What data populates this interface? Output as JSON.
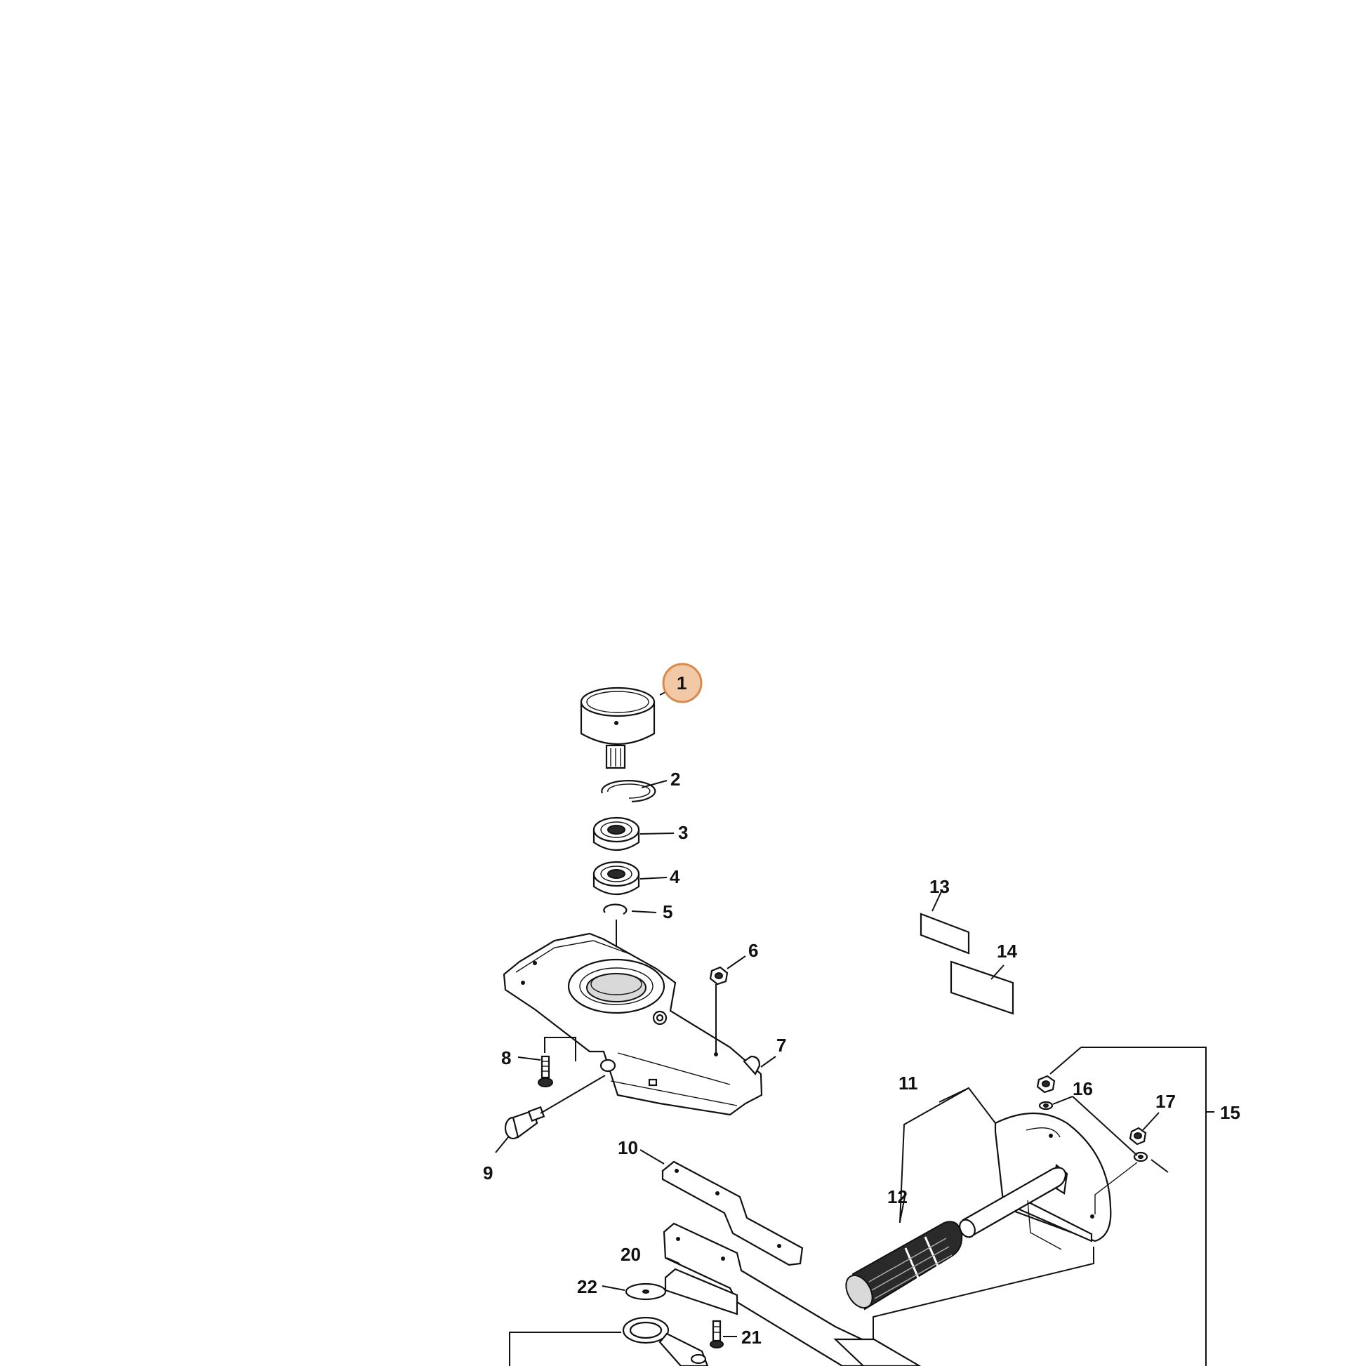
{
  "labels": [
    "1",
    "2",
    "3",
    "4",
    "5",
    "6",
    "7",
    "8",
    "9",
    "10",
    "11",
    "12",
    "13",
    "14",
    "15",
    "16",
    "17",
    "20",
    "21",
    "22"
  ],
  "highlight": {
    "label": "1",
    "fill": "#f2c9a6",
    "stroke": "#d9894a"
  },
  "colors": {
    "line": "#111111",
    "background": "#ffffff"
  }
}
